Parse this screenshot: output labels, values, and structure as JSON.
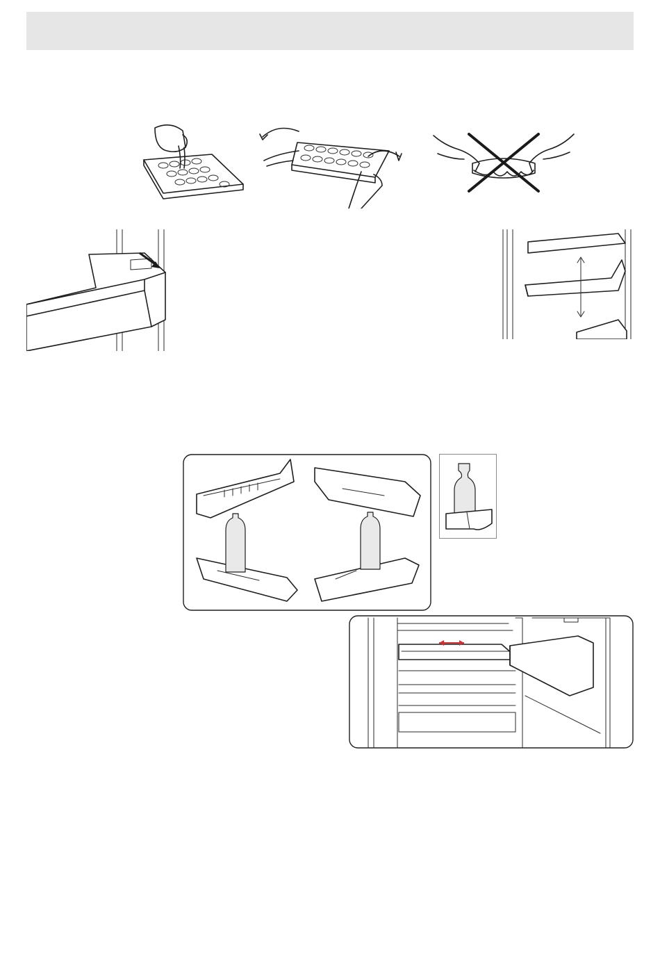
{
  "header": {
    "title": ""
  },
  "figures": {
    "ice_tray_fill": {
      "icon": "pour-water-into-ice-tray"
    },
    "ice_tray_twist": {
      "icon": "twist-ice-tray"
    },
    "ice_tray_prohibited": {
      "icon": "prohibited-cross",
      "accent": "#1a1a1a"
    },
    "door_shelf_remove": {
      "icon": "door-shelf-arrow"
    },
    "door_shelf_height": {
      "icon": "up-down-arrow"
    },
    "bottle_holder_positions": {
      "icon": "bottle-holder"
    },
    "bottle_detail": {
      "icon": "bottle"
    },
    "fridge_shelf_slide": {
      "icon": "horizontal-arrow",
      "accent": "#d32f2f"
    }
  }
}
